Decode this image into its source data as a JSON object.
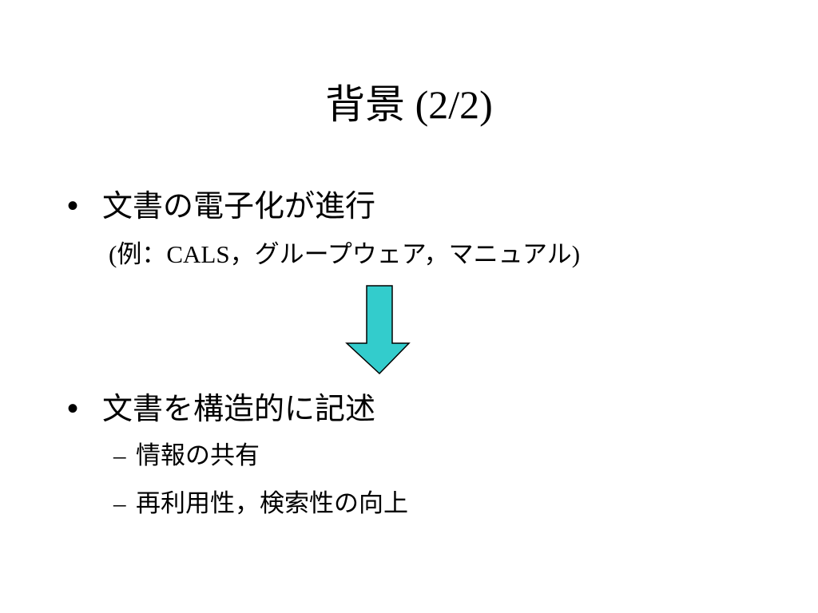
{
  "title": {
    "main": "背景",
    "suffix": " (2/2)"
  },
  "bullets": [
    {
      "mark": "•",
      "text": "文書の電子化が進行",
      "example": {
        "open": "(",
        "label": "例：",
        "acronym": "CALS",
        "rest": "，グループウェア，マニュアル",
        "close": ")"
      }
    },
    {
      "mark": "•",
      "text": "文書を構造的に記述",
      "subitems": [
        {
          "dash": "–",
          "text": "情報の共有"
        },
        {
          "dash": "–",
          "text": "再利用性，検索性の向上"
        }
      ]
    }
  ],
  "arrow": {
    "icon": "arrow-down-icon",
    "fill": "#33CCCC",
    "stroke": "#000000"
  }
}
